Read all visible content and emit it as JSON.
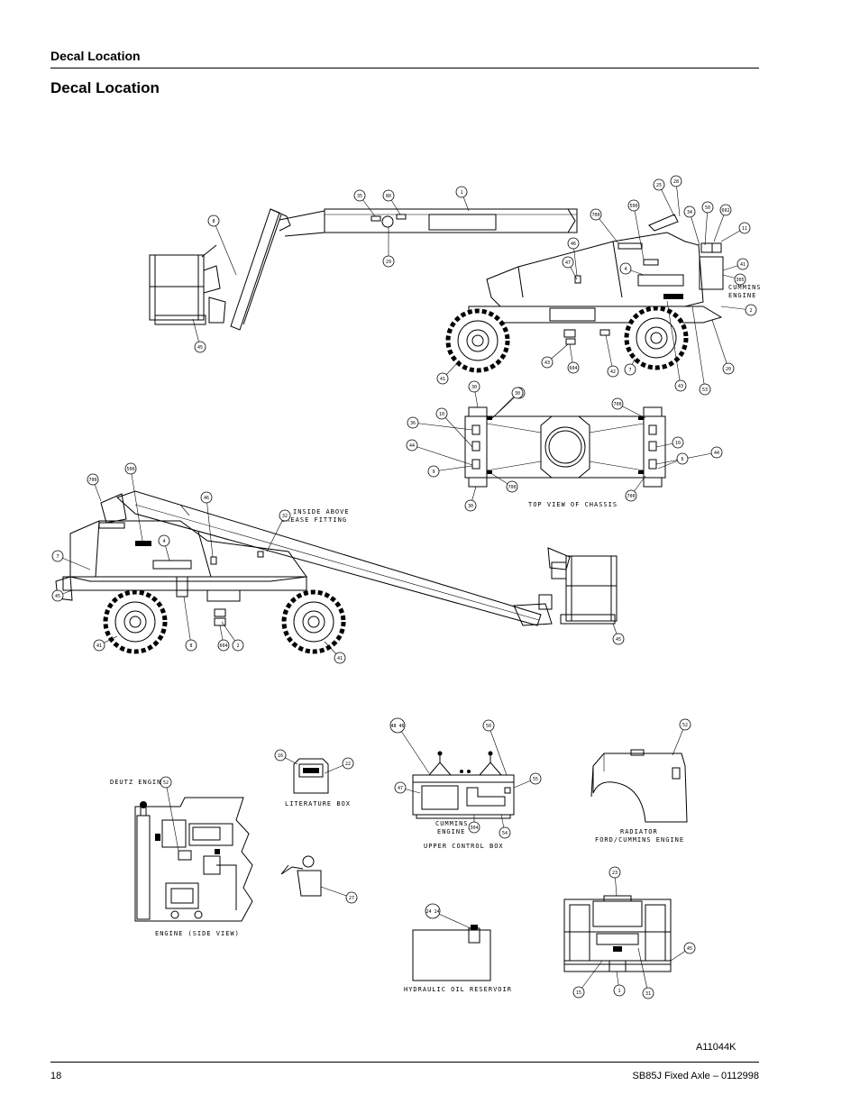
{
  "header": {
    "section": "Decal Location",
    "title": "Decal Location"
  },
  "footer": {
    "page_number": "18",
    "document": "SB85J Fixed Axle – 0112998",
    "figure_id": "A11044K"
  },
  "labels": {
    "cummins_engine_1": "CUMMINS",
    "cummins_engine_2": "ENGINE",
    "top_view": "TOP VIEW OF CHASSIS",
    "grease_1": "INSIDE ABOVE",
    "grease_2": "GREASE FITTING",
    "deutz": "DEUTZ ENGINE",
    "engine_side": "ENGINE (SIDE VIEW)",
    "literature_box": "LITERATURE BOX",
    "cummins_uc_1": "CUMMINS",
    "cummins_uc_2": "ENGINE",
    "upper_control_box": "UPPER CONTROL BOX",
    "radiator_1": "RADIATOR",
    "radiator_2": "FORD/CUMMINS ENGINE",
    "hydraulic_reservoir": "HYDRAULIC OIL RESERVOIR"
  },
  "callouts": {
    "side_stowed": [
      "35",
      "80",
      "1",
      "8",
      "29",
      "46",
      "47",
      "4",
      "700",
      "500",
      "25",
      "28",
      "34",
      "50",
      "602",
      "11",
      "41",
      "305",
      "2",
      "20",
      "53",
      "43",
      "42",
      "7",
      "604",
      "43",
      "45",
      "41"
    ],
    "top_view": [
      "30",
      "700",
      "36",
      "10",
      "44",
      "9",
      "30",
      "700",
      "700",
      "10",
      "44",
      "6",
      "700",
      "30"
    ],
    "side_extended": [
      "700",
      "500",
      "46",
      "4",
      "32",
      "7",
      "45",
      "41",
      "8",
      "604",
      "2",
      "41",
      "45"
    ],
    "details": [
      "52",
      "16",
      "22",
      "27",
      "48 46",
      "50",
      "47",
      "55",
      "304",
      "54",
      "52",
      "24 14",
      "23",
      "45",
      "15",
      "1",
      "31"
    ]
  }
}
